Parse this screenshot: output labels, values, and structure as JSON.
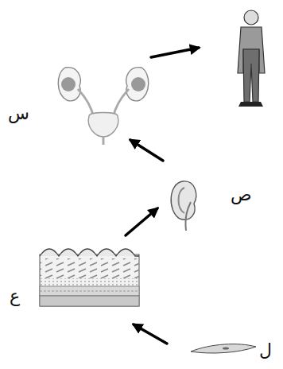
{
  "diagram": {
    "labels": [
      "س",
      "ص",
      "ع",
      "ل"
    ]
  }
}
